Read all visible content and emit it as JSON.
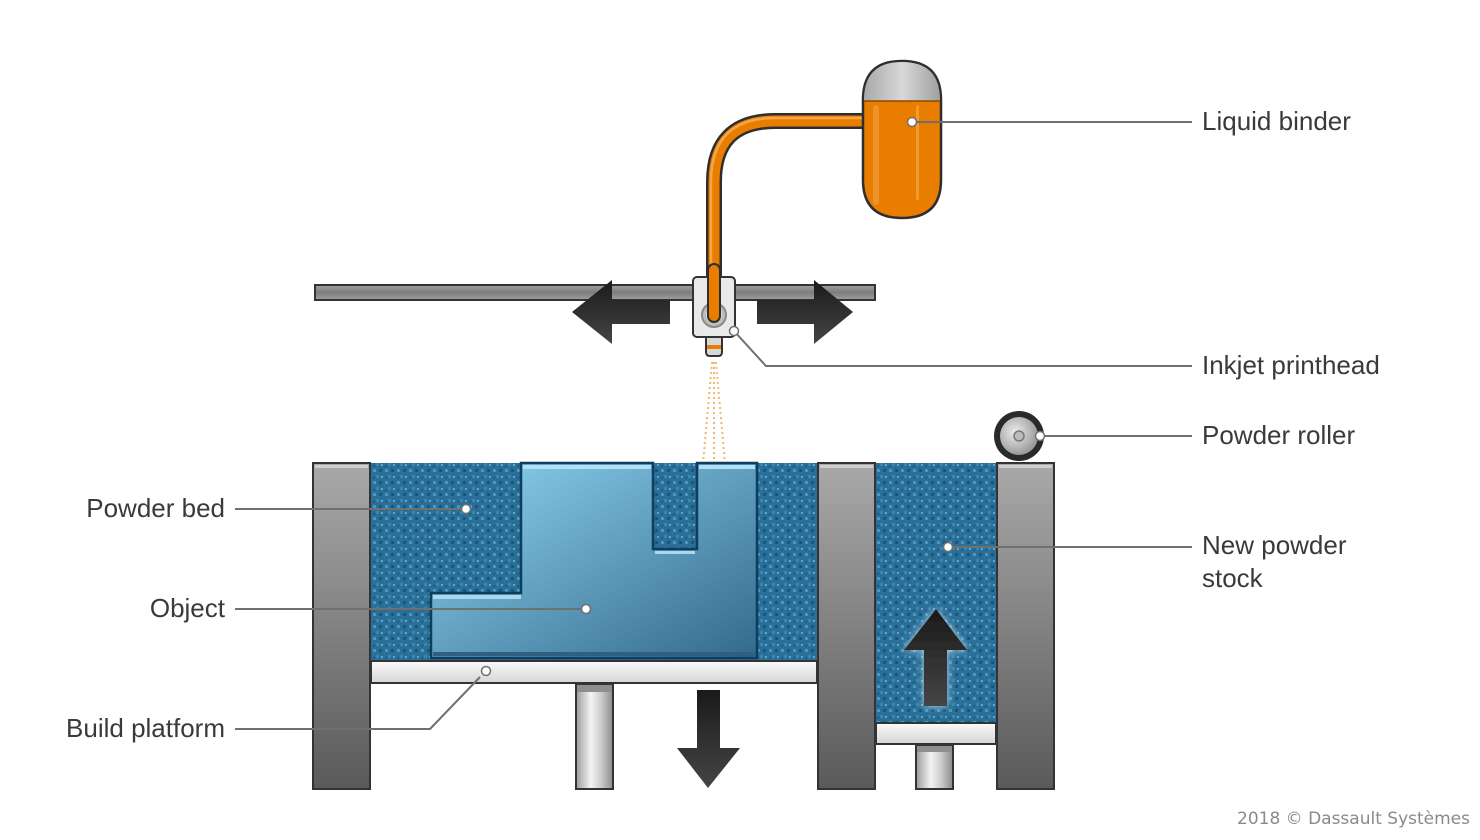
{
  "diagram": {
    "title": "Binder jetting 3D printing process",
    "labels": {
      "liquid_binder": "Liquid binder",
      "inkjet_printhead": "Inkjet printhead",
      "powder_roller": "Powder roller",
      "new_powder_stock_line1": "New powder",
      "new_powder_stock_line2": "stock",
      "powder_bed": "Powder bed",
      "object": "Object",
      "build_platform": "Build platform"
    },
    "arrows": {
      "printhead_motion": "left-right",
      "build_platform_motion": "down",
      "powder_stock_motion": "up"
    },
    "colors": {
      "binder_orange": "#e87d00",
      "powder_blue": "#2a6f97",
      "object_blue_light": "#87cdef",
      "object_blue_dark": "#3a7296",
      "frame_gray": "#8a8a8a",
      "arrow_dark": "#2b2b2b",
      "text": "#3a3a3a"
    }
  },
  "footer": {
    "copyright": "2018 © Dassault Systèmes"
  }
}
